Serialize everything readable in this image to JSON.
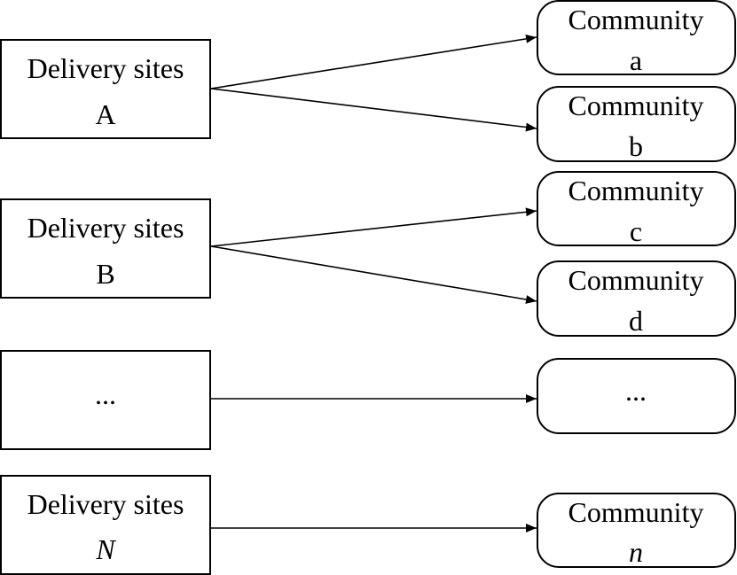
{
  "sites": [
    {
      "line1": "Delivery sites",
      "line2": "A"
    },
    {
      "line1": "Delivery sites",
      "line2": "B"
    },
    {
      "line1": "",
      "line2": "..."
    },
    {
      "line1": "Delivery sites",
      "line2": "N"
    }
  ],
  "communities": [
    {
      "line1": "Community",
      "line2": "a"
    },
    {
      "line1": "Community",
      "line2": "b"
    },
    {
      "line1": "Community",
      "line2": "c"
    },
    {
      "line1": "Community",
      "line2": "d"
    },
    {
      "line1": "",
      "line2": "..."
    },
    {
      "line1": "Community",
      "line2": "n"
    }
  ],
  "connections": [
    {
      "from": 0,
      "to": 0
    },
    {
      "from": 0,
      "to": 1
    },
    {
      "from": 1,
      "to": 2
    },
    {
      "from": 1,
      "to": 3
    },
    {
      "from": 2,
      "to": 4
    },
    {
      "from": 3,
      "to": 5
    }
  ]
}
